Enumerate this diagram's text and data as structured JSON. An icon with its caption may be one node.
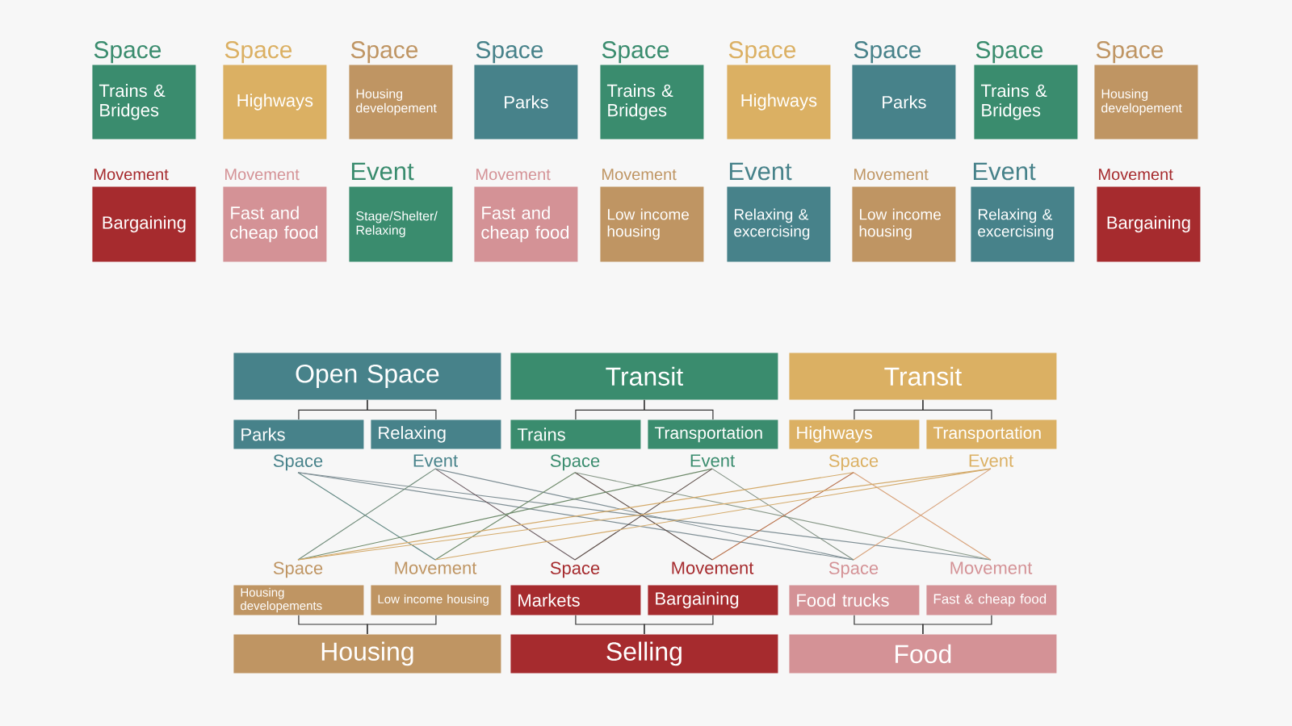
{
  "diagram": {
    "nodes": [
      {
        "text": [
          "Space",
          "Trains & Bridges"
        ]
      },
      {
        "text": [
          "Space",
          "Highways"
        ]
      },
      {
        "text": [
          "Space",
          "Housing developement"
        ]
      },
      {
        "text": [
          "Space",
          "Parks"
        ]
      },
      {
        "text": [
          "Space",
          "Trains & Bridges"
        ]
      },
      {
        "text": [
          "Space",
          "Highways"
        ]
      },
      {
        "text": [
          "Space",
          "Parks"
        ]
      },
      {
        "text": [
          "Space",
          "Trains & Bridges"
        ]
      },
      {
        "text": [
          "Space",
          "Housing developement"
        ]
      },
      {
        "text": [
          "Movement",
          "Bargaining"
        ]
      },
      {
        "text": [
          "Movement",
          "Fast and cheap food"
        ]
      },
      {
        "text": [
          "Event",
          "Stage/Shelter/ Relaxing"
        ]
      },
      {
        "text": [
          "Movement",
          "Fast and cheap food"
        ]
      },
      {
        "text": [
          "Movement",
          "Low income housing"
        ]
      },
      {
        "text": [
          "Event",
          "Relaxing & excercising"
        ]
      },
      {
        "text": [
          "Movement",
          "Low income housing"
        ]
      },
      {
        "text": [
          "Event",
          "Relaxing & excercising"
        ]
      },
      {
        "text": [
          "Movement",
          "Bargaining"
        ]
      },
      {
        "text": [
          "Open Space"
        ]
      },
      {
        "text": [
          "Transit"
        ]
      },
      {
        "text": [
          "Transit"
        ]
      },
      {
        "text": [
          "Parks"
        ]
      },
      {
        "text": [
          "Relaxing"
        ]
      },
      {
        "text": [
          "Trains"
        ]
      },
      {
        "text": [
          "Transportation"
        ]
      },
      {
        "text": [
          "Highways"
        ]
      },
      {
        "text": [
          "Transportation"
        ]
      },
      {
        "text": [
          "Space"
        ]
      },
      {
        "text": [
          "Event"
        ]
      },
      {
        "text": [
          "Space"
        ]
      },
      {
        "text": [
          "Event"
        ]
      },
      {
        "text": [
          "Space"
        ]
      },
      {
        "text": [
          "Event"
        ]
      },
      {
        "text": [
          "Space"
        ]
      },
      {
        "text": [
          "Movement"
        ]
      },
      {
        "text": [
          "Space"
        ]
      },
      {
        "text": [
          "Movement"
        ]
      },
      {
        "text": [
          "Space"
        ]
      },
      {
        "text": [
          "Movement"
        ]
      },
      {
        "text": [
          "Housing developements"
        ]
      },
      {
        "text": [
          "Low income housing"
        ]
      },
      {
        "text": [
          "Markets"
        ]
      },
      {
        "text": [
          "Bargaining"
        ]
      },
      {
        "text": [
          "Food trucks"
        ]
      },
      {
        "text": [
          "Fast & cheap food"
        ]
      },
      {
        "text": [
          "Housing"
        ]
      },
      {
        "text": [
          "Selling"
        ]
      },
      {
        "text": [
          "Food"
        ]
      }
    ],
    "edges": [
      {
        "from": 18,
        "to": 21,
        "arrow": "none"
      },
      {
        "from": 18,
        "to": 22,
        "arrow": "none"
      },
      {
        "from": 19,
        "to": 23,
        "arrow": "none"
      },
      {
        "from": 19,
        "to": 24,
        "arrow": "none"
      },
      {
        "from": 20,
        "to": 25,
        "arrow": "none"
      },
      {
        "from": 20,
        "to": 26,
        "arrow": "none"
      },
      {
        "from": 27,
        "to": 34,
        "arrow": "none",
        "color": "#5e8580"
      },
      {
        "from": 27,
        "to": 37,
        "arrow": "none",
        "color": "#7f8f95"
      },
      {
        "from": 27,
        "to": 38,
        "arrow": "none",
        "color": "#7f8f95"
      },
      {
        "from": 28,
        "to": 33,
        "arrow": "none",
        "color": "#6e8a78"
      },
      {
        "from": 28,
        "to": 35,
        "arrow": "none",
        "color": "#6a5a60"
      },
      {
        "from": 28,
        "to": 37,
        "arrow": "none",
        "color": "#7f8f95"
      },
      {
        "from": 29,
        "to": 34,
        "arrow": "none",
        "color": "#6e8a6a"
      },
      {
        "from": 29,
        "to": 36,
        "arrow": "none",
        "color": "#5a4a45"
      },
      {
        "from": 29,
        "to": 38,
        "arrow": "none",
        "color": "#8a9a8a"
      },
      {
        "from": 30,
        "to": 33,
        "arrow": "none",
        "color": "#6e8a6a"
      },
      {
        "from": 30,
        "to": 35,
        "arrow": "none",
        "color": "#5a4a45"
      },
      {
        "from": 30,
        "to": 37,
        "arrow": "none",
        "color": "#7f8f80"
      },
      {
        "from": 31,
        "to": 33,
        "arrow": "none",
        "color": "#d4aa6a"
      },
      {
        "from": 31,
        "to": 36,
        "arrow": "none",
        "color": "#b8704a"
      },
      {
        "from": 31,
        "to": 38,
        "arrow": "none",
        "color": "#d8a27a"
      },
      {
        "from": 32,
        "to": 33,
        "arrow": "none",
        "color": "#d4aa6a"
      },
      {
        "from": 32,
        "to": 34,
        "arrow": "none",
        "color": "#d4aa6a"
      },
      {
        "from": 32,
        "to": 37,
        "arrow": "none",
        "color": "#d8a27a"
      },
      {
        "from": 45,
        "to": 39,
        "arrow": "none"
      },
      {
        "from": 45,
        "to": 40,
        "arrow": "none"
      },
      {
        "from": 46,
        "to": 41,
        "arrow": "none"
      },
      {
        "from": 46,
        "to": 42,
        "arrow": "none"
      },
      {
        "from": 47,
        "to": 43,
        "arrow": "none"
      },
      {
        "from": 47,
        "to": 44,
        "arrow": "none"
      }
    ]
  }
}
